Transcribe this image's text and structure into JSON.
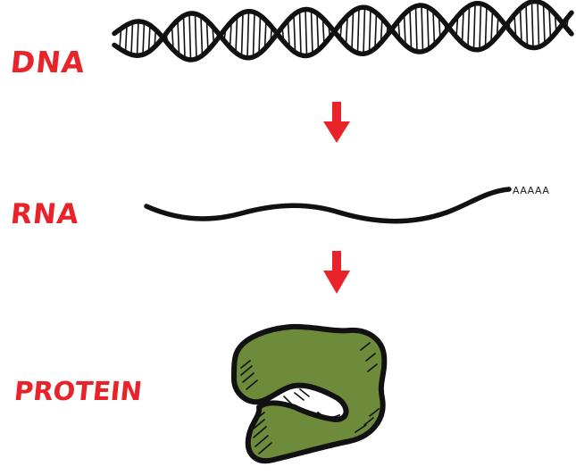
{
  "labels": {
    "dna": "DNA",
    "rna": "RNA",
    "protein": "PROTEIN",
    "poly_a_tail": "AAAAA"
  },
  "colors": {
    "label": "#e8232a",
    "arrow": "#e8232a",
    "ink": "#111111",
    "protein_fill": "#6e8a3b"
  },
  "flow": [
    "DNA",
    "RNA",
    "PROTEIN"
  ]
}
